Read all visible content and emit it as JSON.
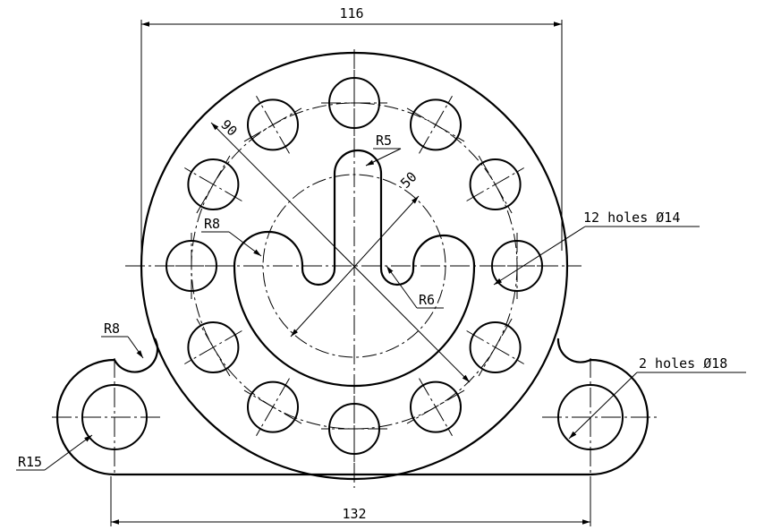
{
  "labels": {
    "top_width": "116",
    "bottom_width": "132",
    "dia_90": "90",
    "dia_50": "50",
    "r5": "R5",
    "r8_slot": "R8",
    "r6": "R6",
    "r8_fillet": "R8",
    "r15": "R15",
    "holes_14": "12 holes Ø14",
    "holes_18": "2 holes Ø18"
  },
  "colors": {
    "line": "#000000",
    "background": "#ffffff"
  }
}
